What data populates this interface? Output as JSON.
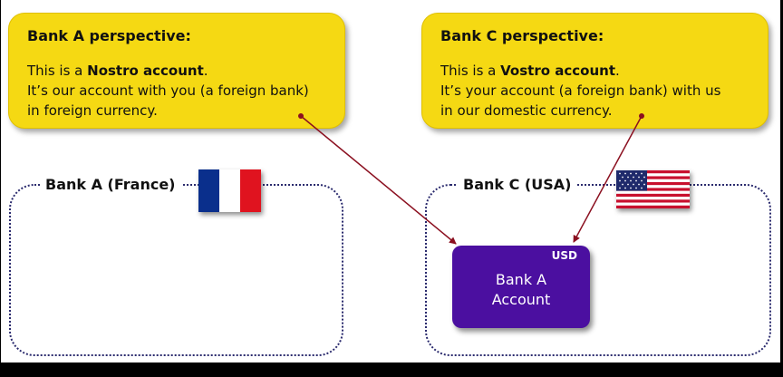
{
  "bank_a_note": {
    "heading": "Bank A perspective:",
    "line1_prefix": "This is a ",
    "line1_bold": "Nostro account",
    "line1_suffix": ".",
    "line2": "It’s our account with you (a foreign bank)",
    "line3": "in foreign currency."
  },
  "bank_c_note": {
    "heading": "Bank C perspective:",
    "line1_prefix": "This is a ",
    "line1_bold": "Vostro account",
    "line1_suffix": ".",
    "line2": "It’s your account (a foreign bank) with us",
    "line3": "in our domestic currency."
  },
  "bank_a": {
    "label": "Bank A (France)",
    "flag": "france-flag-icon"
  },
  "bank_c": {
    "label": "Bank C (USA)",
    "flag": "usa-flag-icon"
  },
  "account": {
    "currency": "USD",
    "name_line1": "Bank A",
    "name_line2": "Account",
    "color": "#4b0fa0"
  },
  "colors": {
    "note_fill": "#f5d913",
    "arrow": "#8b1020",
    "region_border": "#2b2b6e"
  }
}
